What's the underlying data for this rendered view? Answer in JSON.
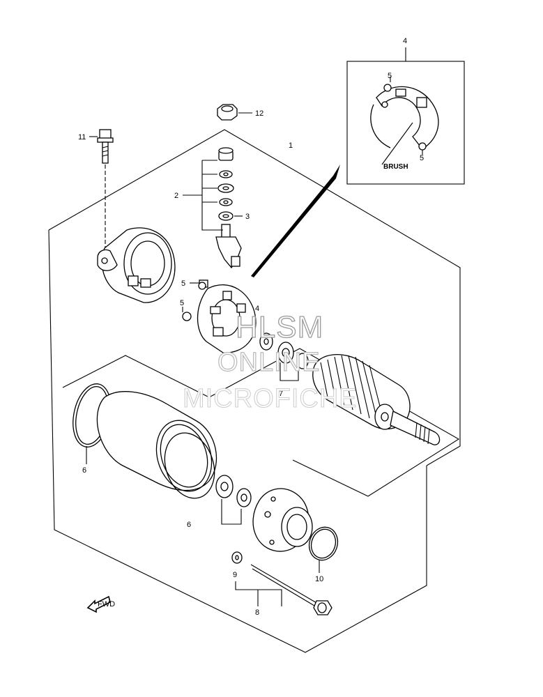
{
  "diagram": {
    "callouts": {
      "c1": "1",
      "c2": "2",
      "c3": "3",
      "c4_inset": "4",
      "c4_main": "4",
      "c5_inset_top": "5",
      "c5_inset_bottom": "5",
      "c5_main_top": "5",
      "c5_main_bottom": "5",
      "c6_left": "6",
      "c6_bottom": "6",
      "c7": "7",
      "c8": "8",
      "c9": "9",
      "c10": "10",
      "c11": "11",
      "c12": "12"
    },
    "inset_label": "BRUSH",
    "direction_mark": "FWD"
  },
  "watermark": {
    "line1": "HLSM",
    "line2": "ONLINE",
    "line3": "MICROFICHE"
  }
}
